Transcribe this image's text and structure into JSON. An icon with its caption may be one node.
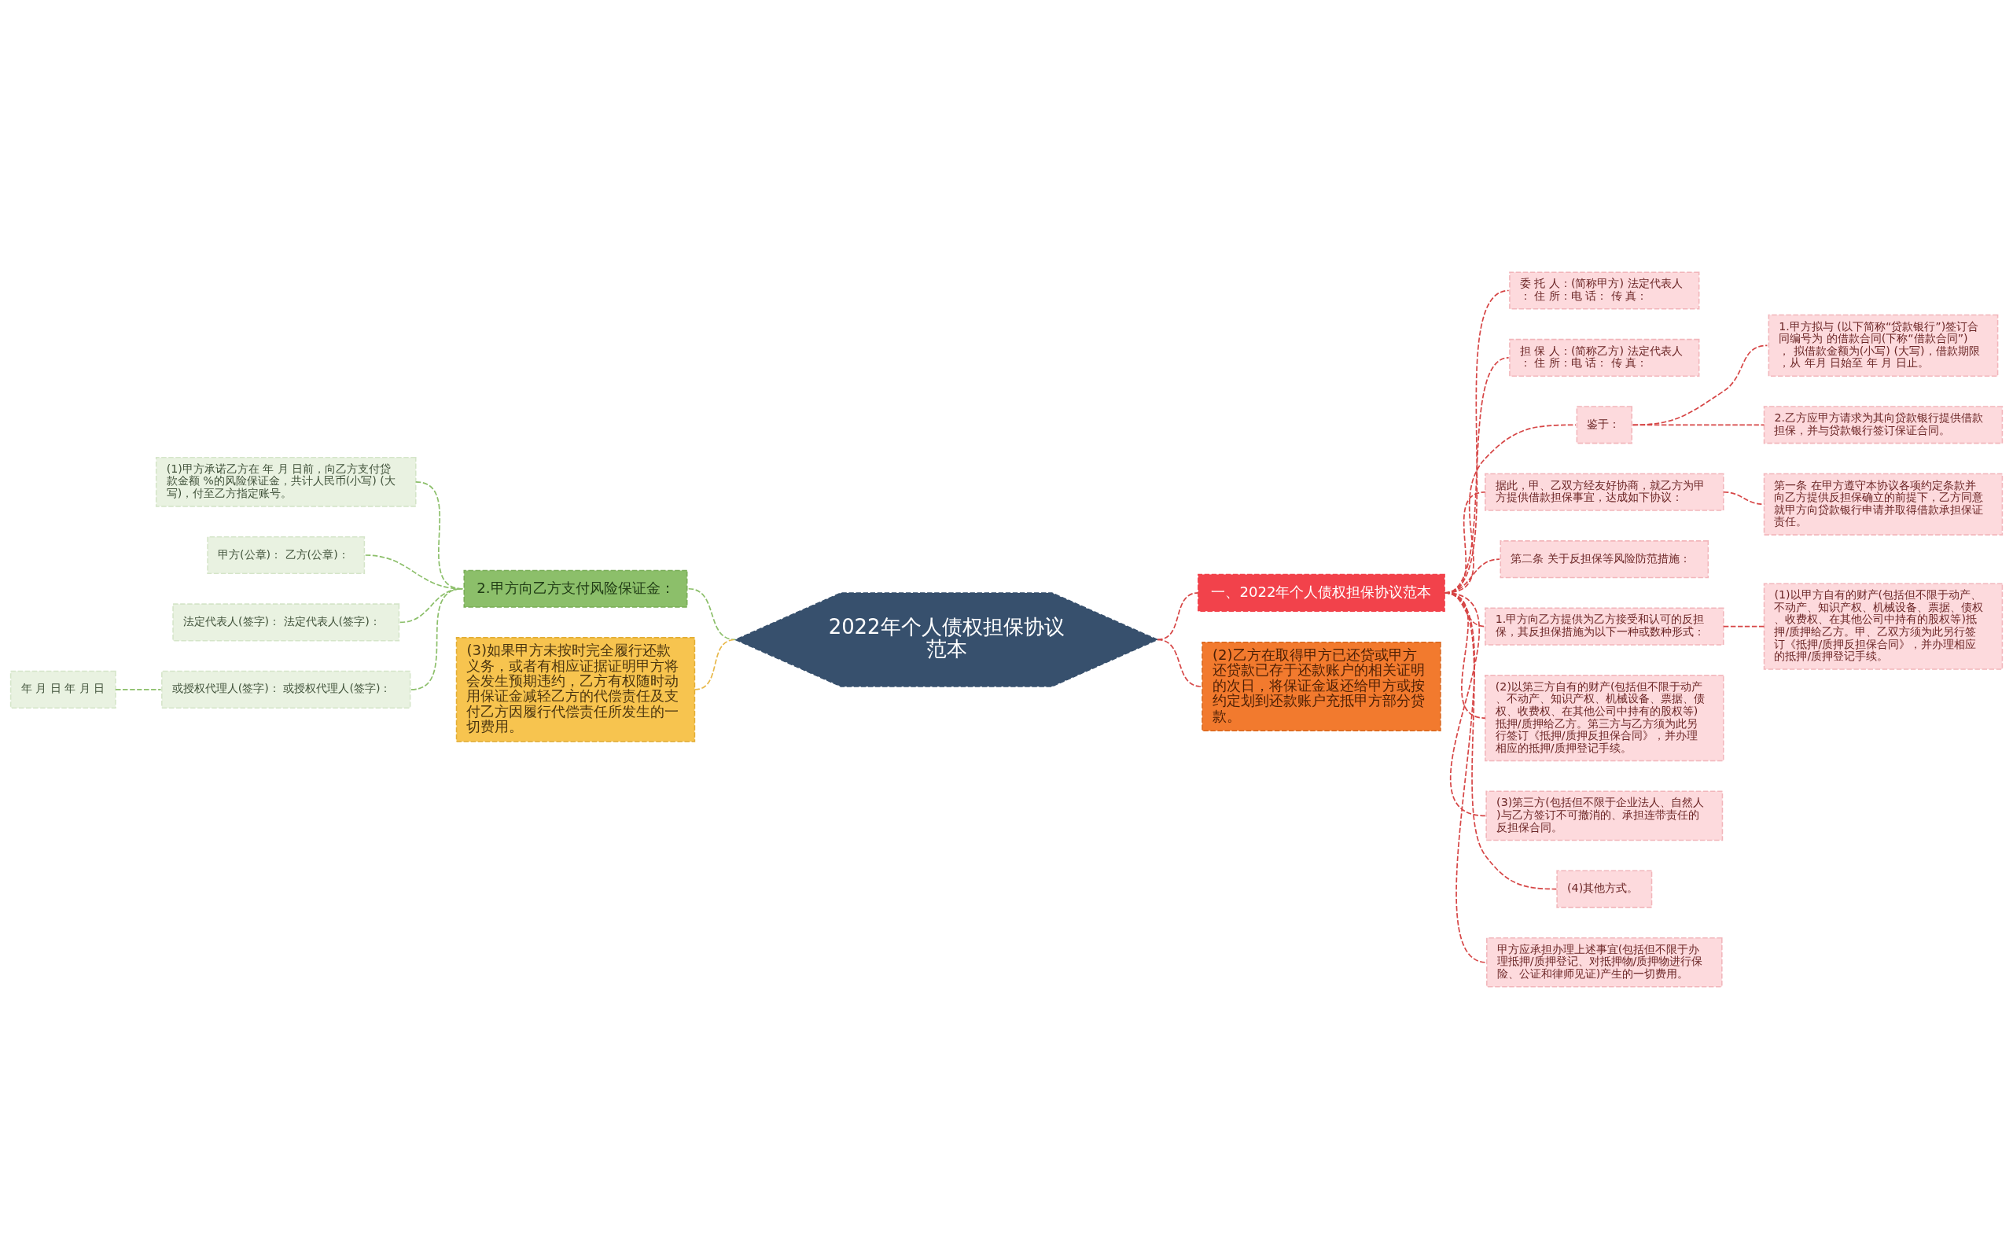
{
  "diagram": {
    "nodes": [
      {
        "text": [
          "2022年个人债权担保协议范本"
        ]
      },
      {
        "text": [
          "一、2022年个人债权担保协议范本"
        ]
      },
      {
        "text": [
          "委 托 人：(简称甲方) 法定代表人： 住 所：电 话： 传 真："
        ]
      },
      {
        "text": [
          "担 保 人：(简称乙方) 法定代表人： 住 所：电 话： 传 真："
        ]
      },
      {
        "text": [
          "鉴于："
        ]
      },
      {
        "text": [
          "1.甲方拟与 (以下简称“贷款银行”)签订合同编号为 的借款合同(下称“借款合同”)， 拟借款金额为(小写) (大写)，借款期限，从 年月 日始至 年 月 日止。"
        ]
      },
      {
        "text": [
          "2.乙方应甲方请求为其向贷款银行提供借款担保，并与贷款银行签订保证合同。"
        ]
      },
      {
        "text": [
          "据此，甲、乙双方经友好协商，就乙方为甲方提供借款担保事宜，达成如下协议："
        ]
      },
      {
        "text": [
          "第一条 在甲方遵守本协议各项约定条款并向乙方提供反担保确立的前提下，乙方同意就甲方向贷款银行申请并取得借款承担保证责任。"
        ]
      },
      {
        "text": [
          "第二条 关于反担保等风险防范措施："
        ]
      },
      {
        "text": [
          "1.甲方向乙方提供为乙方接受和认可的反担保，其反担保措施为以下一种或数种形式："
        ]
      },
      {
        "text": [
          "(1)以甲方自有的财产(包括但不限于动产、不动产、知识产权、机械设备、票据、债权、收费权、在其他公司中持有的股权等)抵押/质押给乙方。甲、乙双方须为此另行签订《抵押/质押反担保合同》，并办理相应的抵押/质押登记手续。"
        ]
      },
      {
        "text": [
          "(2)以第三方自有的财产(包括但不限于动产、不动产、知识产权、机械设备、票据、债权、收费权、在其他公司中持有的股权等)抵押/质押给乙方。第三方与乙方须为此另行签订《抵押/质押反担保合同》，并办理相应的抵押/质押登记手续。"
        ]
      },
      {
        "text": [
          "(3)第三方(包括但不限于企业法人、自然人)与乙方签订不可撤消的、承担连带责任的反担保合同。"
        ]
      },
      {
        "text": [
          "(4)其他方式。"
        ]
      },
      {
        "text": [
          "甲方应承担办理上述事宜(包括但不限于办理抵押/质押登记、对抵押物/质押物进行保险、公证和律师见证)产生的一切费用。"
        ]
      },
      {
        "text": [
          "(2)乙方在取得甲方已还贷或甲方还贷款已存于还款账户的相关证明的次日，将保证金返还给甲方或按约定划到还款账户充抵甲方部分贷款。"
        ]
      },
      {
        "text": [
          "2.甲方向乙方支付风险保证金："
        ]
      },
      {
        "text": [
          "(1)甲方承诺乙方在 年 月 日前，向乙方支付贷款金额 %的风险保证金，共计人民币(小写) (大写)，付至乙方指定账号。"
        ]
      },
      {
        "text": [
          "甲方(公章)： 乙方(公章)："
        ]
      },
      {
        "text": [
          "法定代表人(签字)： 法定代表人(签字)："
        ]
      },
      {
        "text": [
          "或授权代理人(签字)： 或授权代理人(签字)："
        ]
      },
      {
        "text": [
          "年 月 日 年 月 日"
        ]
      },
      {
        "text": [
          "(3)如果甲方未按时完全履行还款义务，或者有相应证据证明甲方将会发生预期违约，乙方有权随时动用保证金减轻乙方的代偿责任及支付乙方因履行代偿责任所发生的一切费用。"
        ]
      }
    ],
    "edges": [
      {
        "from": 0,
        "to": 1,
        "arrow": "none",
        "style": "dashed"
      },
      {
        "from": 1,
        "to": 2,
        "arrow": "none",
        "style": "dashed"
      },
      {
        "from": 1,
        "to": 3,
        "arrow": "none",
        "style": "dashed"
      },
      {
        "from": 1,
        "to": 4,
        "arrow": "none",
        "style": "dashed"
      },
      {
        "from": 4,
        "to": 5,
        "arrow": "none",
        "style": "dashed"
      },
      {
        "from": 4,
        "to": 6,
        "arrow": "none",
        "style": "dashed"
      },
      {
        "from": 1,
        "to": 7,
        "arrow": "none",
        "style": "dashed"
      },
      {
        "from": 7,
        "to": 8,
        "arrow": "none",
        "style": "dashed"
      },
      {
        "from": 1,
        "to": 9,
        "arrow": "none",
        "style": "dashed"
      },
      {
        "from": 1,
        "to": 10,
        "arrow": "none",
        "style": "dashed"
      },
      {
        "from": 10,
        "to": 11,
        "arrow": "none",
        "style": "dashed"
      },
      {
        "from": 1,
        "to": 12,
        "arrow": "none",
        "style": "dashed"
      },
      {
        "from": 1,
        "to": 13,
        "arrow": "none",
        "style": "dashed"
      },
      {
        "from": 1,
        "to": 14,
        "arrow": "none",
        "style": "dashed"
      },
      {
        "from": 1,
        "to": 15,
        "arrow": "none",
        "style": "dashed"
      },
      {
        "from": 0,
        "to": 16,
        "arrow": "none",
        "style": "dashed"
      },
      {
        "from": 0,
        "to": 17,
        "arrow": "none",
        "style": "dashed",
        "color": "#8cbf6a"
      },
      {
        "from": 17,
        "to": 18,
        "arrow": "none",
        "style": "dashed",
        "color": "#8cbf6a"
      },
      {
        "from": 17,
        "to": 19,
        "arrow": "none",
        "style": "dashed",
        "color": "#8cbf6a"
      },
      {
        "from": 17,
        "to": 20,
        "arrow": "none",
        "style": "dashed",
        "color": "#8cbf6a"
      },
      {
        "from": 17,
        "to": 21,
        "arrow": "none",
        "style": "dashed",
        "color": "#8cbf6a"
      },
      {
        "from": 21,
        "to": 22,
        "arrow": "none",
        "style": "dashed",
        "color": "#8cbf6a"
      },
      {
        "from": 0,
        "to": 23,
        "arrow": "none",
        "style": "dashed",
        "color": "#e8b84a"
      }
    ]
  }
}
